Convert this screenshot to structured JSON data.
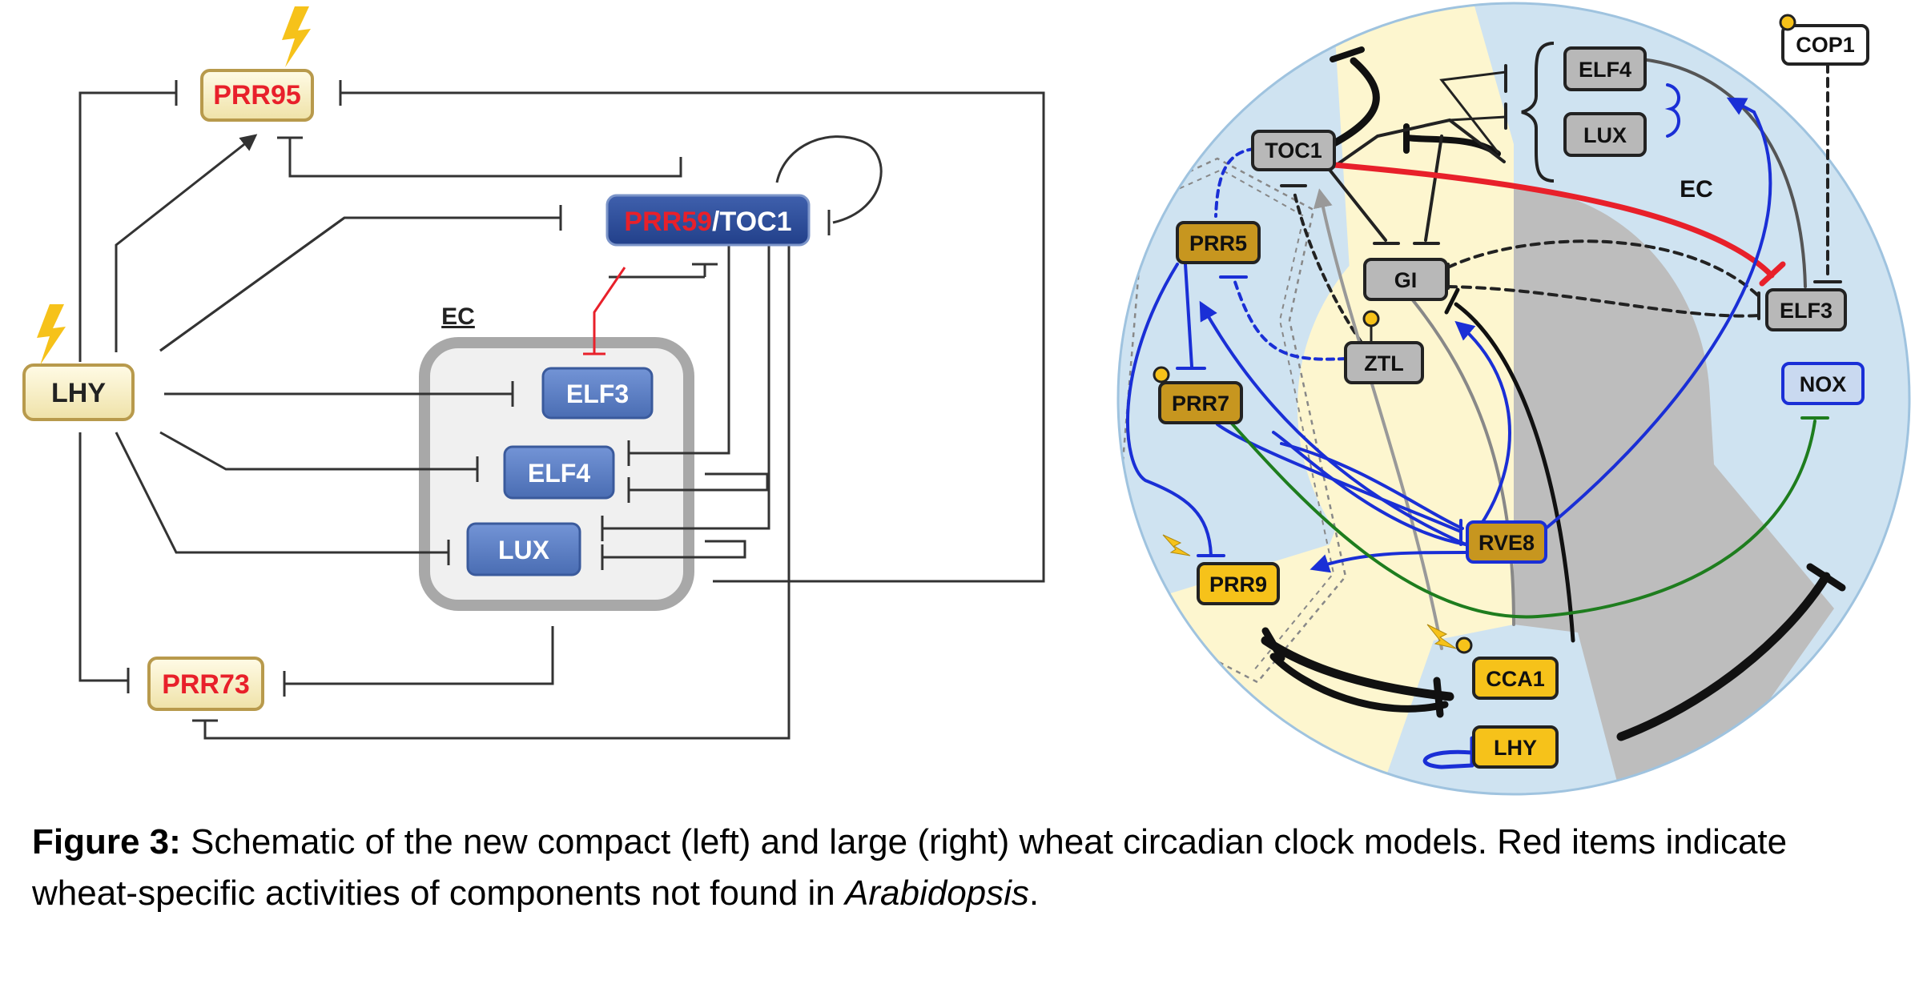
{
  "left_diagram": {
    "nodes": {
      "prr95": "PRR95",
      "prr59": "PRR59",
      "slash": "/",
      "toc1": "TOC1",
      "lhy": "LHY",
      "prr73": "PRR73",
      "elf3": "ELF3",
      "elf4": "ELF4",
      "lux": "LUX"
    },
    "ec_label": "EC"
  },
  "right_diagram": {
    "nodes": {
      "toc1": "TOC1",
      "elf4": "ELF4",
      "lux": "LUX",
      "cop1": "COP1",
      "prr5": "PRR5",
      "gi": "GI",
      "elf3": "ELF3",
      "ztl": "ZTL",
      "prr7": "PRR7",
      "nox": "NOX",
      "rve8": "RVE8",
      "prr9": "PRR9",
      "cca1": "CCA1",
      "lhy": "LHY"
    },
    "ec_label": "EC"
  },
  "caption": {
    "label": "Figure 3:",
    "text_part1": " Schematic of the new compact (left) and large (right) wheat circadian clock models. Red items indicate wheat-specific activities of components not found in ",
    "italic": "Arabidopsis",
    "end": "."
  },
  "colors": {
    "wheat_red": "#e8202a",
    "node_blue": "#5b7fc4",
    "node_gold": "#d9a81c",
    "node_gold_bright": "#f6c21a",
    "light_blue_bg": "#cfe3f1",
    "cream_bg": "#fdf6cf",
    "grey_bg": "#bdbdbd",
    "activation_blue": "#1a2fd6",
    "green_edge": "#1e7d1e"
  }
}
